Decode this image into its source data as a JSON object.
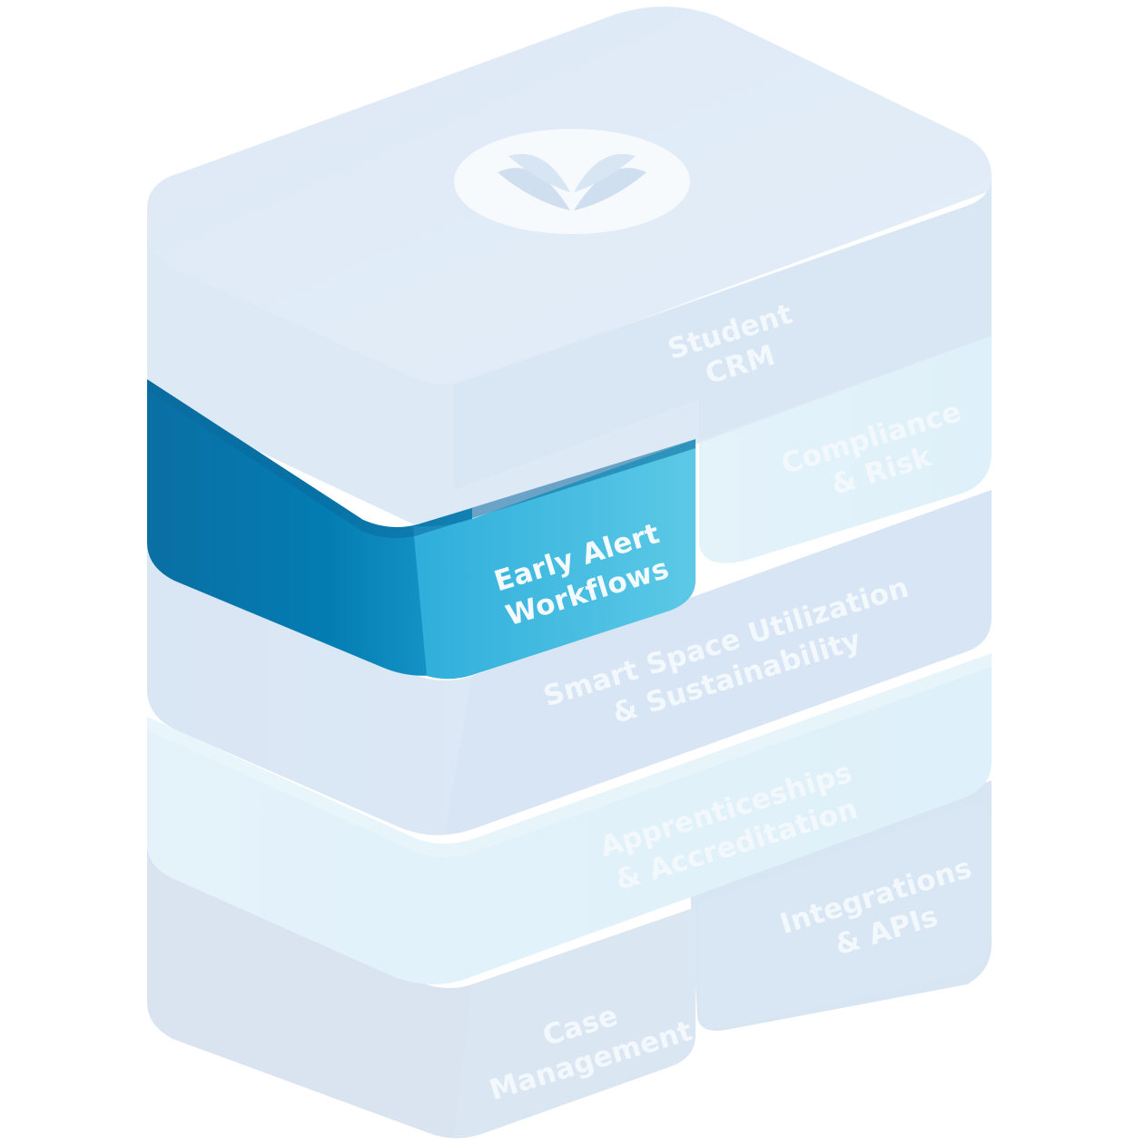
{
  "colors": {
    "block_light": "#dde9f6",
    "block_side": "#d3e1f1",
    "block_edge": "#e6f0f9",
    "block_mint": "#e1f2fa",
    "highlight_front": "#0479ad",
    "highlight_side": "#49c0e1",
    "label_light": "#f3f8fd",
    "label_highlight": "#f4fbff",
    "logo_circle": "#f7fafd",
    "logo_leaf": "#cfdff0"
  },
  "logo": {
    "icon": "leaf-logo-icon"
  },
  "modules": [
    {
      "id": "student-crm",
      "lines": [
        "Student",
        "CRM"
      ],
      "highlighted": false
    },
    {
      "id": "compliance-risk",
      "lines": [
        "Compliance",
        "& Risk"
      ],
      "highlighted": false
    },
    {
      "id": "early-alert-workflows",
      "lines": [
        "Early Alert",
        "Workflows"
      ],
      "highlighted": true
    },
    {
      "id": "smart-space",
      "lines": [
        "Smart Space Utilization",
        "& Sustainability"
      ],
      "highlighted": false
    },
    {
      "id": "apprenticeships",
      "lines": [
        "Apprenticeships",
        "& Accreditation"
      ],
      "highlighted": false
    },
    {
      "id": "integrations-apis",
      "lines": [
        "Integrations",
        "& APIs"
      ],
      "highlighted": false
    },
    {
      "id": "case-management",
      "lines": [
        "Case",
        "Management"
      ],
      "highlighted": false
    }
  ]
}
